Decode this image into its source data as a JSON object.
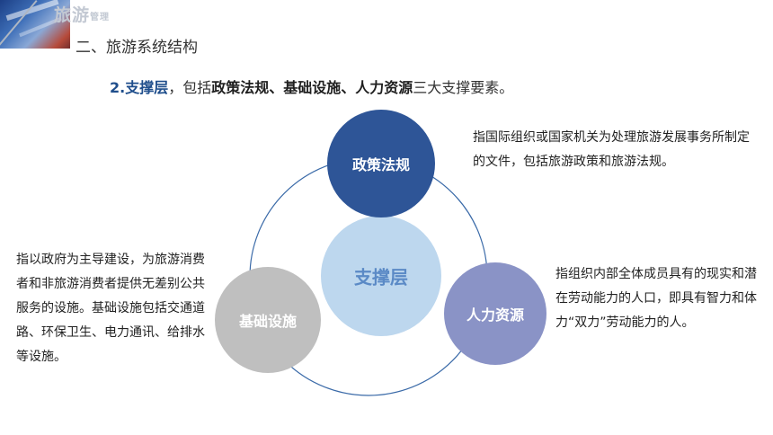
{
  "header": {
    "logo_text": "旅游",
    "logo_small": "管理",
    "section_title": "二、旅游系统结构"
  },
  "subtitle": {
    "prefix_bold": "2.支撑层",
    "middle": "，包括",
    "key_terms": "政策法规、基础设施、人力资源",
    "suffix": "三大支撑要素。"
  },
  "diagram": {
    "center": "支撑层",
    "nodes": {
      "policy": "政策法规",
      "infrastructure": "基础设施",
      "human": "人力资源"
    }
  },
  "descriptions": {
    "policy": "指国际组织或国家机关为处理旅游发展事务所制定的文件，包括旅游政策和旅游法规。",
    "infrastructure": "指以政府为主导建设，为旅游消费者和非旅游消费者提供无差别公共服务的设施。基础设施包括交通道路、环保卫生、电力通讯、给排水等设施。",
    "human": "指组织内部全体成员具有的现实和潜在劳动能力的人口，即具有智力和体力“双力”劳动能力的人。"
  },
  "colors": {
    "policy": "#2e5597",
    "infrastructure": "#bfbfbf",
    "human": "#8a93c6",
    "center": "#bdd7ee",
    "ring": "#3a6aa8"
  }
}
